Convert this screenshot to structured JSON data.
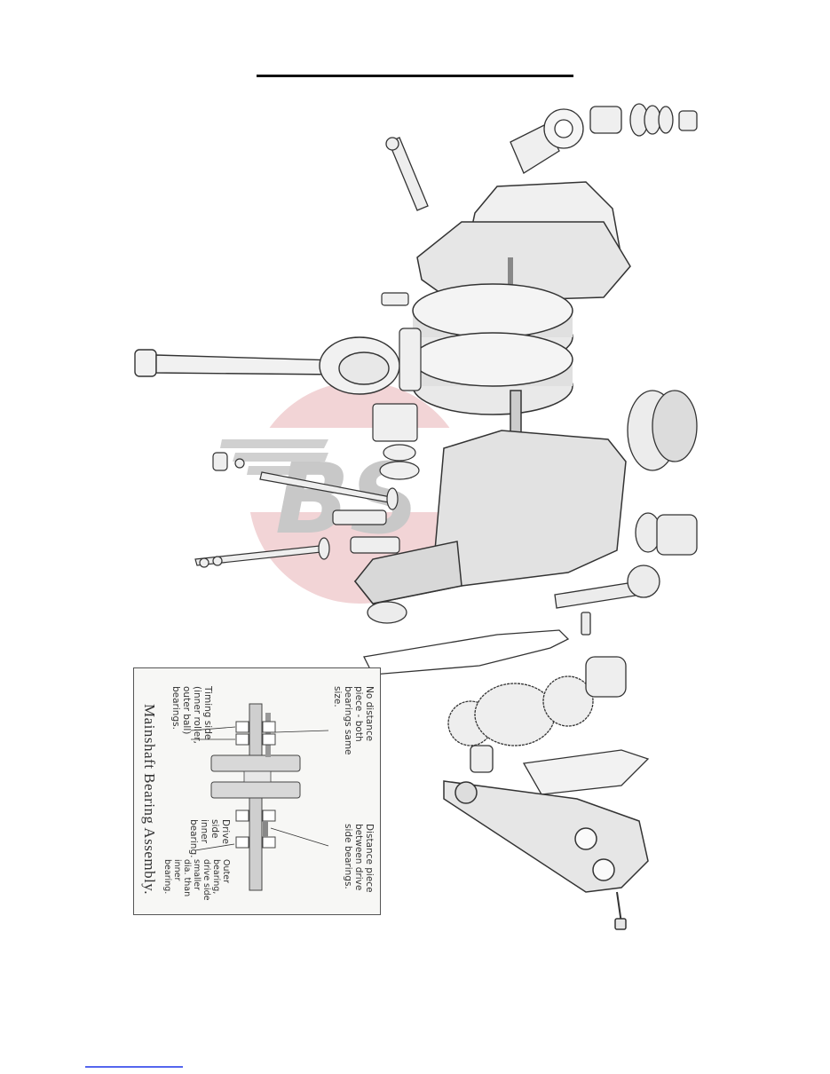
{
  "page": {
    "title_rule": "horizontal-rule",
    "figure_description": "Exploded view of engine crankcase, flywheels, connecting rod, timing gears and timing cover",
    "watermark": {
      "text": "BSA",
      "circle_color": "#f2d4d6",
      "letter_color": "#c8c8c8"
    },
    "footer_link_color": "#5566ee"
  },
  "inset": {
    "caption": "Mainshaft Bearing Assembly.",
    "labels": {
      "distance_piece": "Distance piece\nbetween drive\nside bearings.",
      "outer_bearing": "Outer\nbearing,\ndrive side\nsmaller\ndia. than\ninner\nbearing.",
      "drive_side_inner": "Drive\nside\ninner\nbearing.",
      "no_distance_piece": "No distance\npiece - both\nbearings same\nsize.",
      "timing_side": "Timing side\n(inner roller,\nouter ball)\nbearings."
    }
  }
}
